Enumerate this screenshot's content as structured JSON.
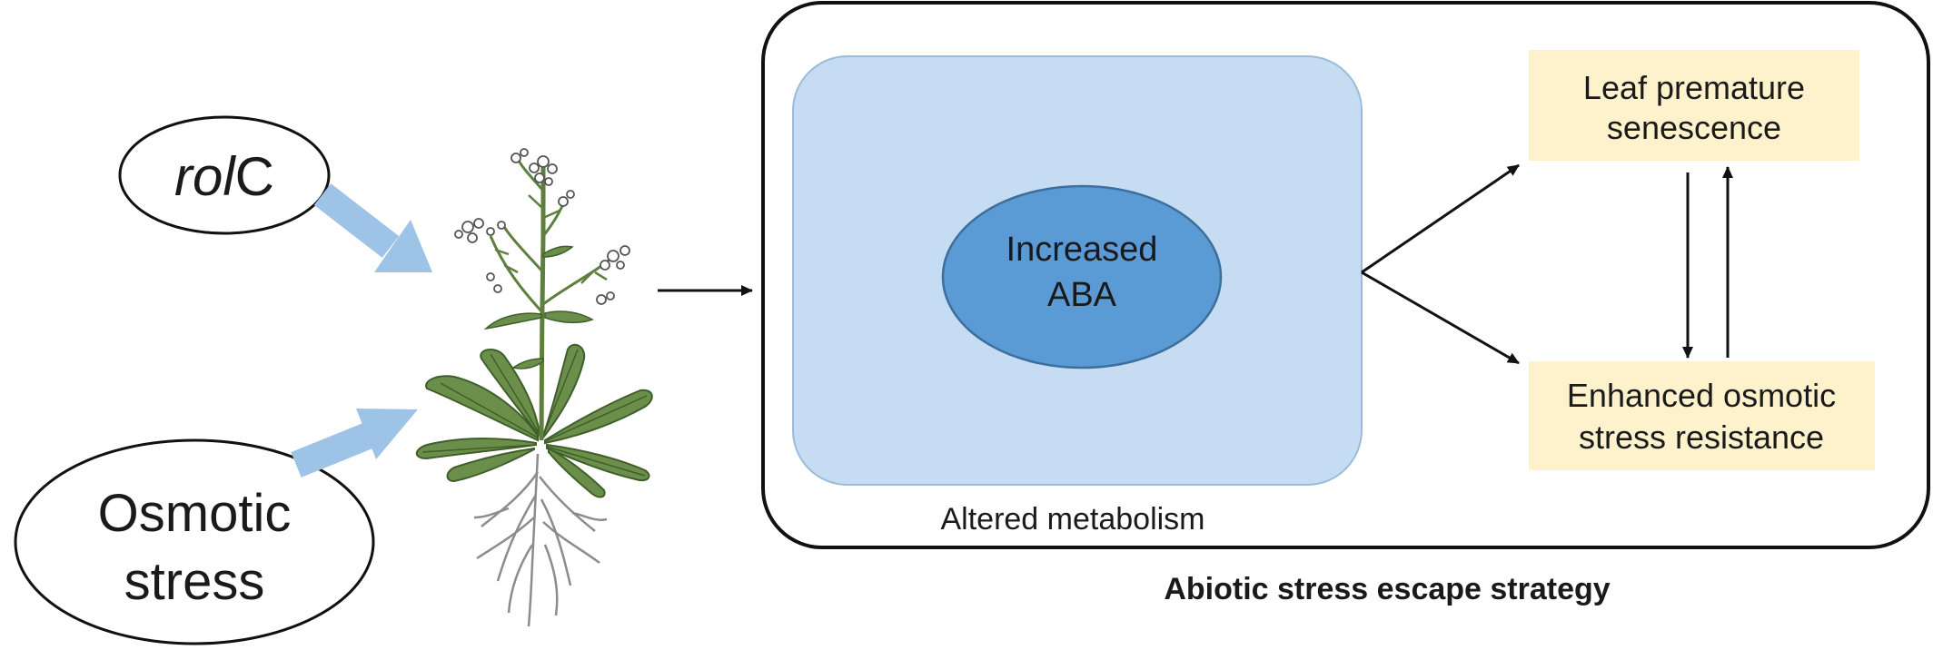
{
  "inputs": {
    "rolc": {
      "italic": "rol",
      "rest": "C"
    },
    "osmotic": {
      "line1": "Osmotic",
      "line2": "stress"
    }
  },
  "metabolism": {
    "label": "Altered metabolism",
    "core": {
      "line1": "Increased",
      "line2": "ABA"
    }
  },
  "outcomes": {
    "senescence": {
      "line1": "Leaf premature",
      "line2": "senescence"
    },
    "resistance": {
      "line1": "Enhanced osmotic",
      "line2": "stress resistance"
    }
  },
  "strategy_label": "Abiotic stress escape strategy",
  "colors": {
    "blue_arrow": "#9dc3e6",
    "metabolism_fill": "#c5dcf2",
    "aba_fill": "#5b9bd5",
    "outcome_fill": "#fdf2cc",
    "leaf": "#6b8f4a"
  }
}
